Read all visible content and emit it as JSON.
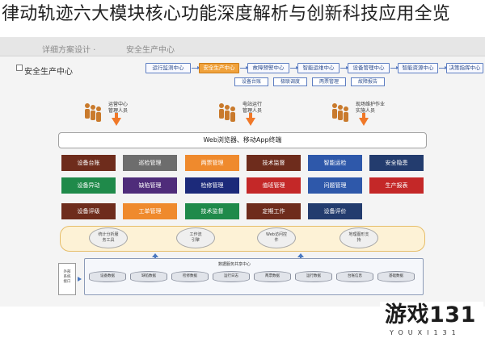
{
  "overlay_title": "律动轨迹六大模块核心功能深度解析与创新科技应用全览",
  "panel_header": {
    "faint_prefix": "详细方案设计 ·",
    "faint_tab": "安全生产中心"
  },
  "section_title": "安全生产中心",
  "nav": [
    {
      "label": "运行监测中心",
      "active": false
    },
    {
      "label": "安全生产中心",
      "active": true
    },
    {
      "label": "故障预警中心",
      "active": false
    },
    {
      "label": "智能运维中心",
      "active": false
    },
    {
      "label": "设备管理中心",
      "active": false
    },
    {
      "label": "智能资源中心",
      "active": false
    },
    {
      "label": "决策指挥中心",
      "active": false
    }
  ],
  "subnav": [
    "设备台账",
    "极联调度",
    "两票管理",
    "故障报告"
  ],
  "roles": [
    {
      "label": "运营中心\n管理人员"
    },
    {
      "label": "电站运行\n管理人员"
    },
    {
      "label": "现场维护作业\n实施人员"
    }
  ],
  "browser_label": "Web浏览器、移动App终端",
  "modules": [
    [
      {
        "label": "设备台账",
        "color": "#6e2c1c"
      },
      {
        "label": "巡检管理",
        "color": "#6d6d6d"
      },
      {
        "label": "两票管理",
        "color": "#ef8a2d"
      },
      {
        "label": "技术监督",
        "color": "#6e2c1c"
      },
      {
        "label": "智能运检",
        "color": "#2e58aa"
      },
      {
        "label": "安全隐患",
        "color": "#233c6e"
      }
    ],
    [
      {
        "label": "设备异动",
        "color": "#1f8a4a"
      },
      {
        "label": "缺陷管理",
        "color": "#4f2c7a"
      },
      {
        "label": "检修管理",
        "color": "#1c2a7a"
      },
      {
        "label": "值班管理",
        "color": "#c42828"
      },
      {
        "label": "问题管理",
        "color": "#2e58aa"
      },
      {
        "label": "生产报表",
        "color": "#c42828"
      }
    ],
    [
      {
        "label": "设备评级",
        "color": "#6e2c1c"
      },
      {
        "label": "工单管理",
        "color": "#ef8a2d"
      },
      {
        "label": "技术监督",
        "color": "#1f8a4a"
      },
      {
        "label": "定期工作",
        "color": "#6e2c1c"
      },
      {
        "label": "设备评价",
        "color": "#233c6e"
      }
    ]
  ],
  "services": [
    {
      "label": "统计分析服\n务工具"
    },
    {
      "label": "工作流\n引擎"
    },
    {
      "label": "Web访问控\n件"
    },
    {
      "label": "地理图形支\n持"
    }
  ],
  "external_box": "外部\n系统\n接口",
  "platform_title": "数据服务共享中心",
  "databases": [
    "设备数据",
    "缺陷数据",
    "检修数据",
    "运行日志",
    "两票数据",
    "运行数据",
    "台账信息",
    "基础数据"
  ],
  "watermark": {
    "main": "游戏131",
    "sub": "YOUXI131"
  },
  "colors": {
    "nav_border": "#5d7ec2",
    "nav_active": "#f0a23c",
    "arrow_orange": "#f07828",
    "arrow_blue": "#4a78c0",
    "services_bg": "#fdf2d6"
  }
}
